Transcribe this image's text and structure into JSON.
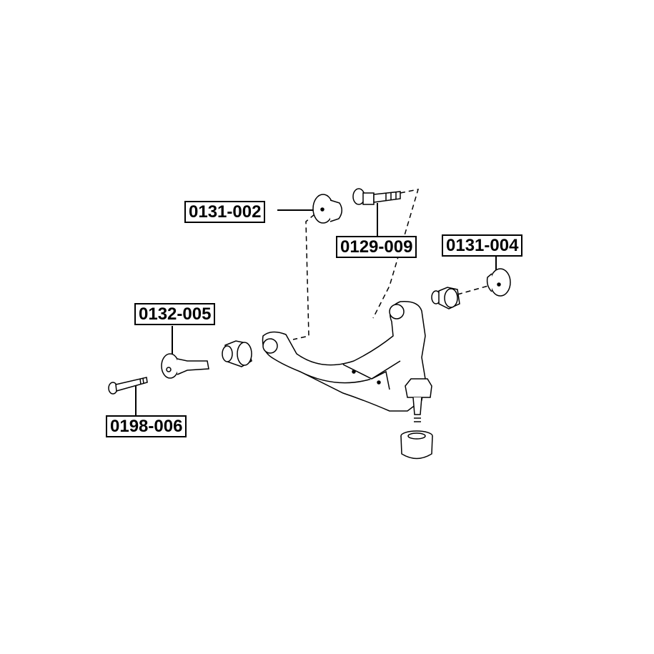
{
  "diagram": {
    "parts": [
      {
        "id": "0131-002",
        "description_label": "0131-002"
      },
      {
        "id": "0129-009",
        "description_label": "0129-009"
      },
      {
        "id": "0131-004",
        "description_label": "0131-004"
      },
      {
        "id": "0132-005",
        "description_label": "0132-005"
      },
      {
        "id": "0198-006",
        "description_label": "0198-006"
      }
    ],
    "colors": {
      "line": "#000000",
      "background": "#ffffff"
    }
  }
}
